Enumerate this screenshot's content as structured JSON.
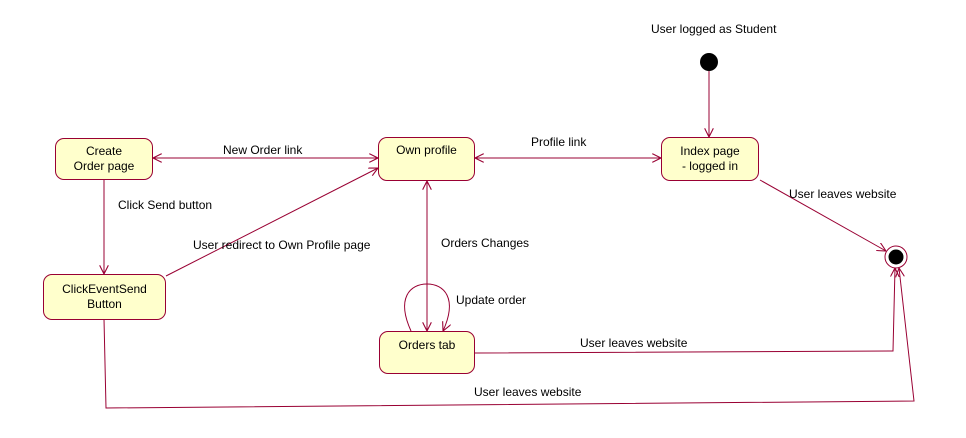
{
  "colors": {
    "stroke": "#990033",
    "fill": "#ffffcc",
    "dot": "#000000"
  },
  "states": {
    "create_order": "Create\nOrder page",
    "own_profile": "Own profile",
    "index_page": "Index page\n- logged in",
    "click_event": "ClickEventSend\nButton",
    "orders_tab": "Orders tab"
  },
  "labels": {
    "initial": "User logged as Student",
    "new_order_link": "New Order link",
    "profile_link": "Profile link",
    "click_send": "Click Send button",
    "redirect": "User redirect to Own Profile page",
    "orders_changes": "Orders Changes",
    "update_order": "Update order",
    "leaves_index": "User leaves website",
    "leaves_orders": "User leaves website",
    "leaves_click": "User leaves website"
  }
}
